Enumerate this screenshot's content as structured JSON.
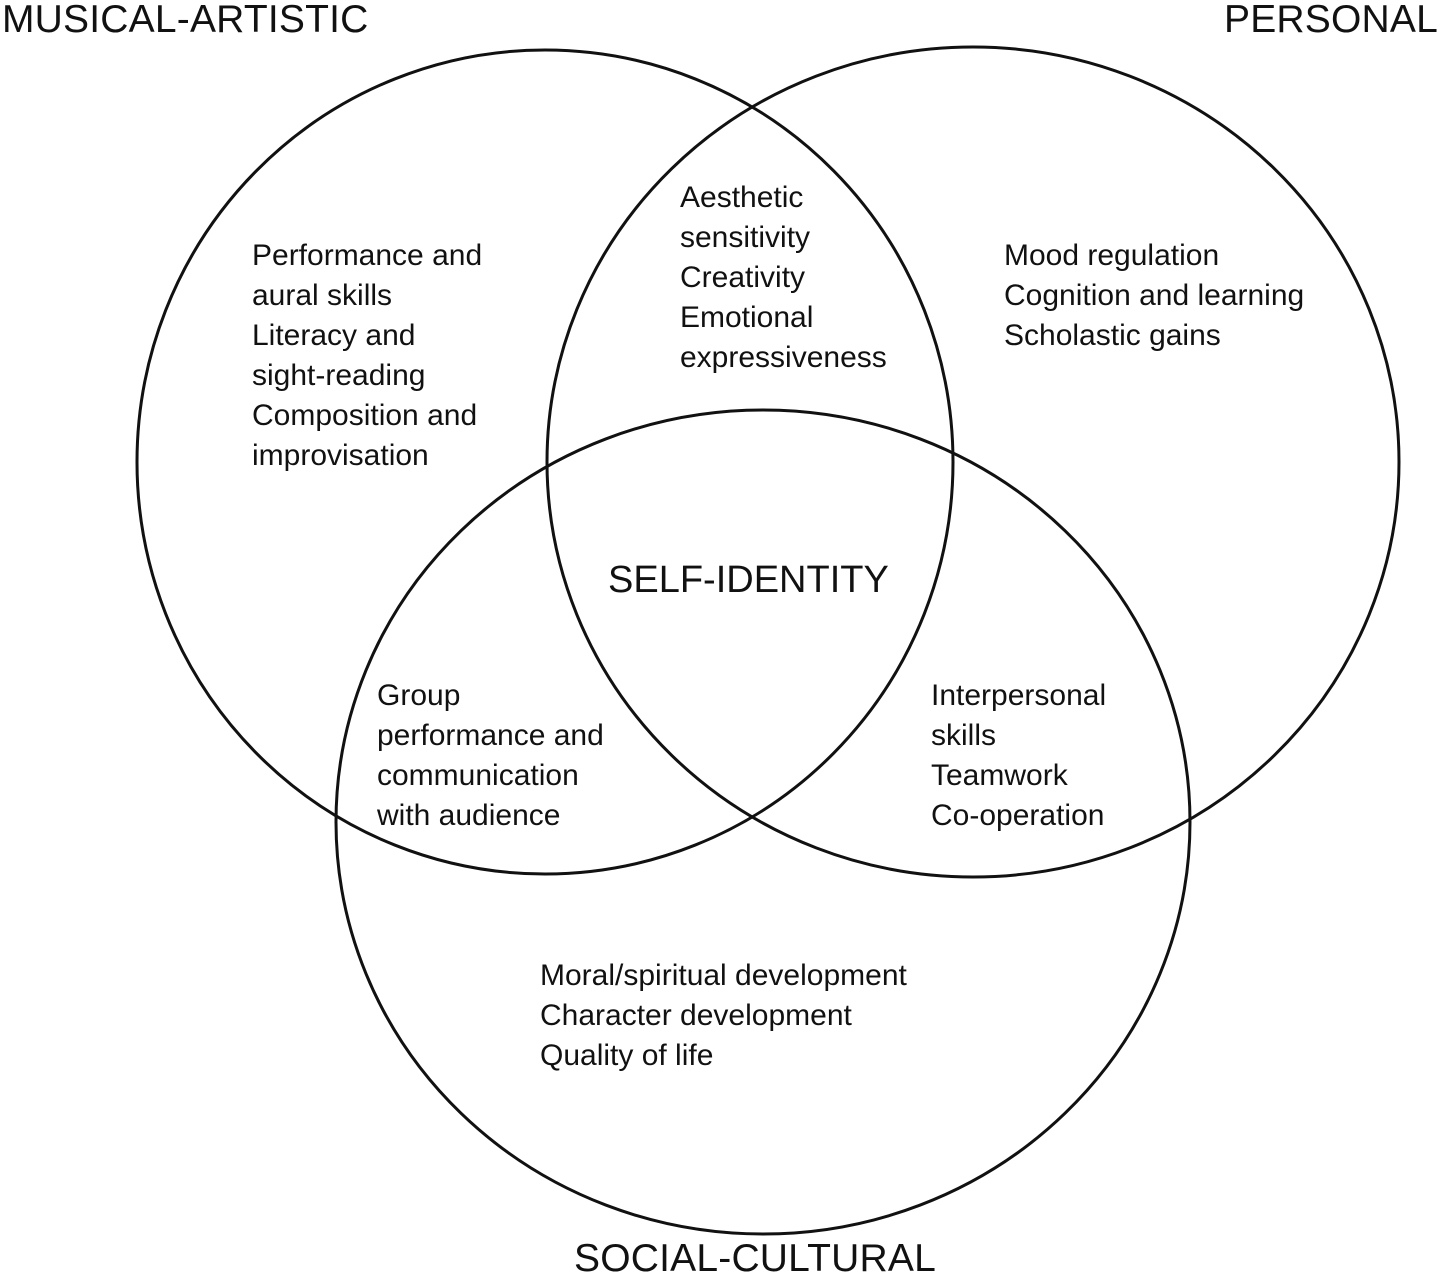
{
  "diagram": {
    "sets": {
      "musical_artistic": "MUSICAL-ARTISTIC",
      "personal": "PERSONAL",
      "social_cultural": "SOCIAL-CULTURAL"
    },
    "center": "SELF-IDENTITY",
    "regions": {
      "musical_only": [
        "Performance and",
        "aural skills",
        "Literacy and",
        "sight-reading",
        "Composition and",
        "improvisation"
      ],
      "musical_personal": [
        "Aesthetic",
        "sensitivity",
        "Creativity",
        "Emotional",
        "expressiveness"
      ],
      "personal_only": [
        "Mood regulation",
        "Cognition and learning",
        "Scholastic gains"
      ],
      "musical_social": [
        "Group",
        "performance and",
        "communication",
        "with audience"
      ],
      "personal_social": [
        "Interpersonal",
        "skills",
        "Teamwork",
        "Co-operation"
      ],
      "social_only": [
        "Moral/spiritual development",
        "Character development",
        "Quality of life"
      ]
    }
  }
}
